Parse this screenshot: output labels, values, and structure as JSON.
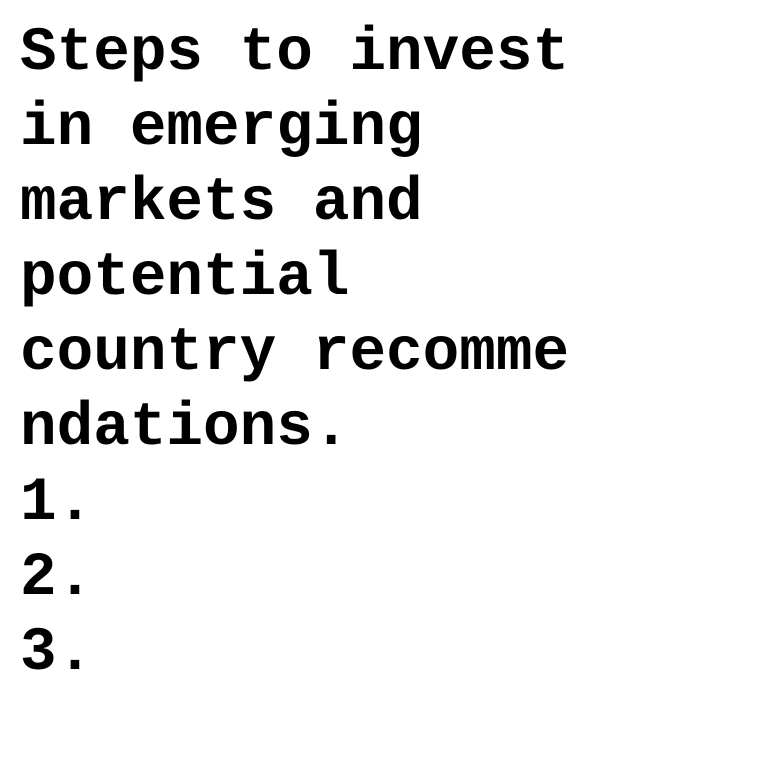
{
  "heading_lines": [
    "Steps to invest",
    "in emerging",
    "markets and",
    "potential",
    "country recomme",
    "ndations."
  ],
  "list_items": [
    "1.",
    "2.",
    "3."
  ]
}
